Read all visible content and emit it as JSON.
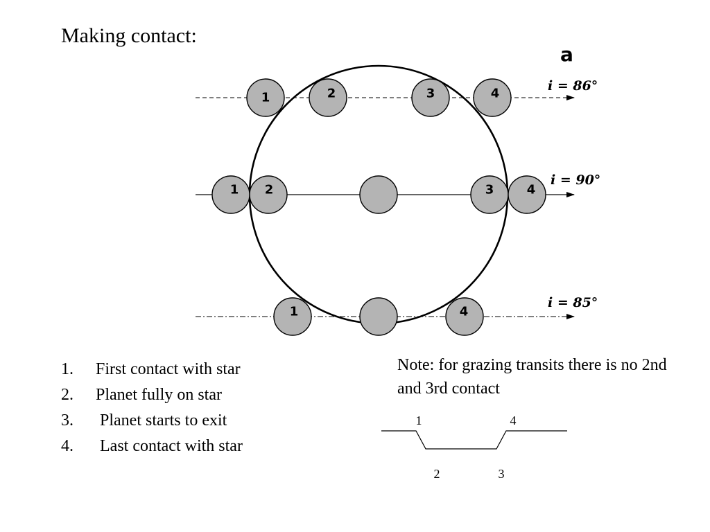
{
  "title": "Making contact:",
  "diagram": {
    "panel_label": "a",
    "paths": [
      {
        "inclination_label": "i = 86°",
        "line_style": "dashed",
        "planets": [
          {
            "label": "1"
          },
          {
            "label": "2"
          },
          {
            "label": "3"
          },
          {
            "label": "4"
          }
        ]
      },
      {
        "inclination_label": "i = 90°",
        "line_style": "solid",
        "planets": [
          {
            "label": "1"
          },
          {
            "label": "2"
          },
          {
            "label": ""
          },
          {
            "label": "3"
          },
          {
            "label": "4"
          }
        ]
      },
      {
        "inclination_label": "i = 85°",
        "line_style": "dash-dot",
        "planets": [
          {
            "label": "1"
          },
          {
            "label": ""
          },
          {
            "label": "4"
          }
        ]
      }
    ],
    "colors": {
      "planet_fill": "#b4b4b4",
      "stroke": "#000000"
    }
  },
  "steps": [
    {
      "number": "1.",
      "text": "First contact with star"
    },
    {
      "number": "2.",
      "text": "Planet fully on star"
    },
    {
      "number": "3.",
      "text": " Planet starts to exit"
    },
    {
      "number": "4.",
      "text": " Last contact with star"
    }
  ],
  "note": "Note: for grazing transits there is no 2nd and 3rd contact",
  "light_curve": {
    "labels": [
      "1",
      "2",
      "3",
      "4"
    ]
  }
}
